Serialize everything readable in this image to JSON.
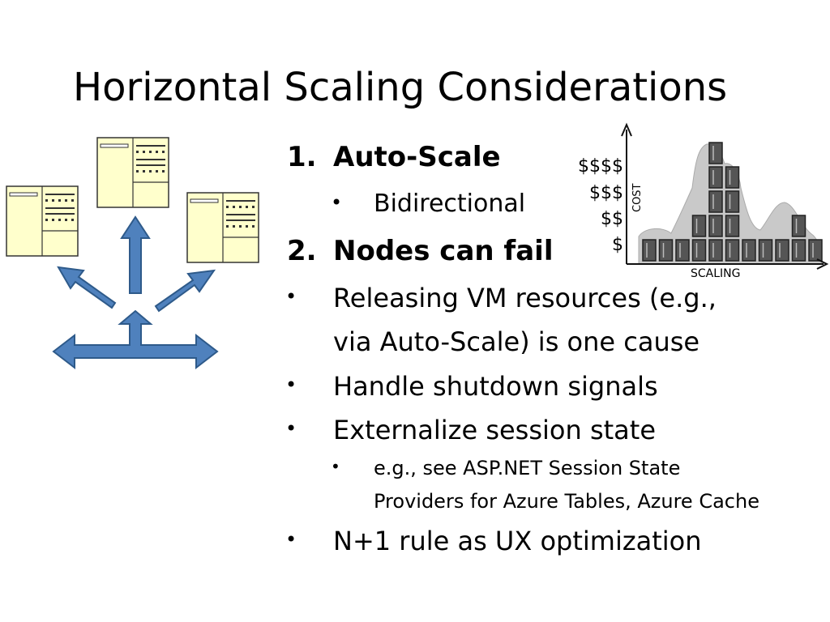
{
  "slide": {
    "title": "Horizontal Scaling Considerations",
    "items": [
      {
        "number": "1.",
        "text": "Auto-Scale"
      },
      {
        "bullet": "•",
        "text": "Bidirectional"
      },
      {
        "number": "2.",
        "text": "Nodes can fail"
      },
      {
        "bullet": "•",
        "text": "Releasing VM resources (e.g.,"
      },
      {
        "text": "via Auto-Scale) is one cause"
      },
      {
        "bullet": "•",
        "text": "Handle shutdown signals"
      },
      {
        "bullet": "•",
        "text": "Externalize session state"
      },
      {
        "bullet": "•",
        "text": "e.g., see ASP.NET Session State"
      },
      {
        "text": "Providers for Azure Tables, Azure Cache"
      },
      {
        "bullet": "•",
        "text": "N+1 rule as UX optimization"
      }
    ]
  },
  "cost_chart": {
    "cost_levels": [
      "$$$$",
      "$$$",
      "$$",
      "$"
    ],
    "y_axis_label": "COST",
    "x_axis_label": "SCALING",
    "column_heights": [
      1,
      1,
      1,
      2,
      5,
      4,
      1,
      1,
      1,
      2,
      1
    ],
    "colors": {
      "blob": "#c9c9c9",
      "blob_stroke": "#aaaaaa",
      "box": "#555555",
      "box_dark": "#222222"
    }
  },
  "diagram": {
    "colors": {
      "arrow": "#4f81bd",
      "arrow_stroke": "#2e5a8a",
      "server_fill": "#ffffcc",
      "server_stroke": "#333333"
    }
  }
}
